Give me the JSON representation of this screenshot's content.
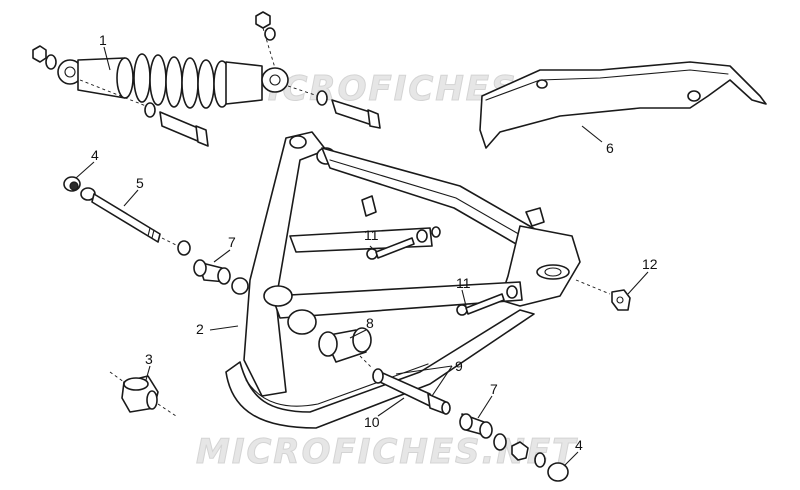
{
  "watermark": {
    "top": "MICROFICHES.NET",
    "bottom": "MICROFICHES.NET"
  },
  "callouts": [
    {
      "id": "c1",
      "label": "1"
    },
    {
      "id": "c2",
      "label": "2"
    },
    {
      "id": "c3",
      "label": "3"
    },
    {
      "id": "c4a",
      "label": "4"
    },
    {
      "id": "c4b",
      "label": "4"
    },
    {
      "id": "c5",
      "label": "5"
    },
    {
      "id": "c6",
      "label": "6"
    },
    {
      "id": "c7a",
      "label": "7"
    },
    {
      "id": "c7b",
      "label": "7"
    },
    {
      "id": "c8",
      "label": "8"
    },
    {
      "id": "c9",
      "label": "9"
    },
    {
      "id": "c10",
      "label": "10"
    },
    {
      "id": "c11a",
      "label": "11"
    },
    {
      "id": "c11b",
      "label": "11"
    },
    {
      "id": "c12",
      "label": "12"
    }
  ],
  "parts": [
    "shock-absorber",
    "swing-arm",
    "rubber-bumper",
    "cap",
    "pivot-bolt",
    "chain-guard",
    "bushing",
    "spacer",
    "sleeve",
    "pin",
    "screw",
    "plate"
  ]
}
